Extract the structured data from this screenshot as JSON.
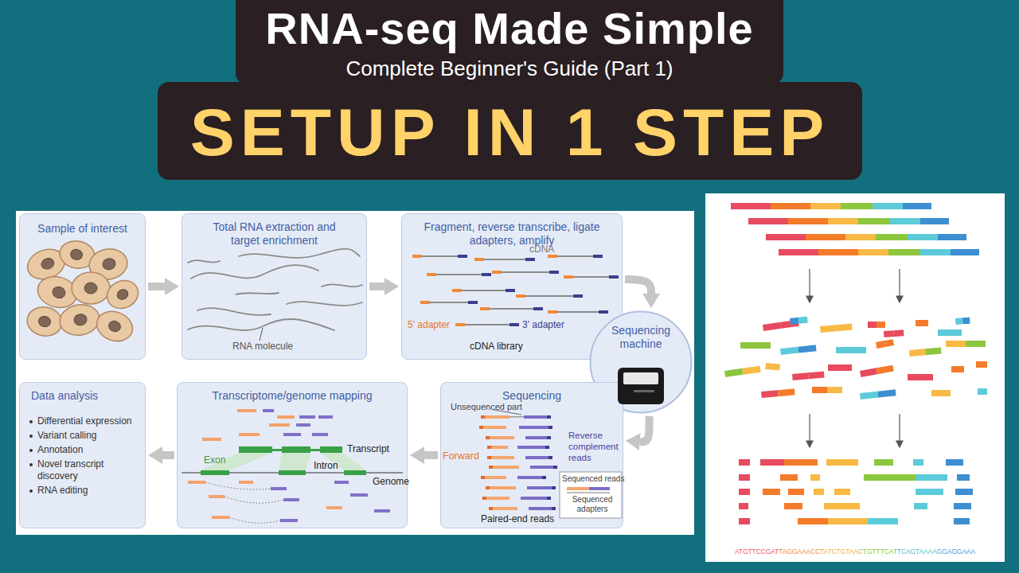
{
  "diagram": {
    "title": "RNA-seq Made Simple",
    "nodes": [
      {
        "text": [
          "Sample of interest"
        ]
      },
      {
        "text": [
          "Total RNA extraction and target enrichment"
        ]
      },
      {
        "text": [
          "Fragment, reverse transcribe, ligate adapters, amplify"
        ]
      },
      {
        "text": [
          "Sequencing machine"
        ]
      },
      {
        "text": [
          "Sequencing"
        ]
      },
      {
        "text": [
          "Transcriptome/genome mapping"
        ]
      },
      {
        "text": [
          "Data analysis",
          "Differential expression",
          "Variant calling",
          "Annotation",
          "Novel transcript discovery",
          "RNA editing"
        ]
      },
      {
        "text": [
          "ATGTTCCGATTAGGAAACCTATCTGTAACTGTTTCATTCAGTAAAAGGAGGAAA"
        ]
      }
    ],
    "edges": [
      {
        "from": 0,
        "to": 1,
        "arrow": "to"
      },
      {
        "from": 1,
        "to": 2,
        "arrow": "to"
      },
      {
        "from": 2,
        "to": 3,
        "arrow": "to"
      },
      {
        "from": 3,
        "to": 4,
        "arrow": "to"
      },
      {
        "from": 4,
        "to": 5,
        "arrow": "to"
      },
      {
        "from": 5,
        "to": 6,
        "arrow": "to"
      }
    ],
    "labels": [
      "Complete Beginner's Guide (Part 1)",
      "SETUP IN 1 STEP",
      "RNA molecule",
      "cDNA",
      "5' adapter",
      "3' adapter",
      "cDNA library",
      "Unsequenced part",
      "Forward",
      "Reverse complement reads",
      "Sequenced reads",
      "Sequenced adapters",
      "Paired-end reads",
      "Transcript",
      "Exon",
      "Intron",
      "Genome"
    ]
  }
}
